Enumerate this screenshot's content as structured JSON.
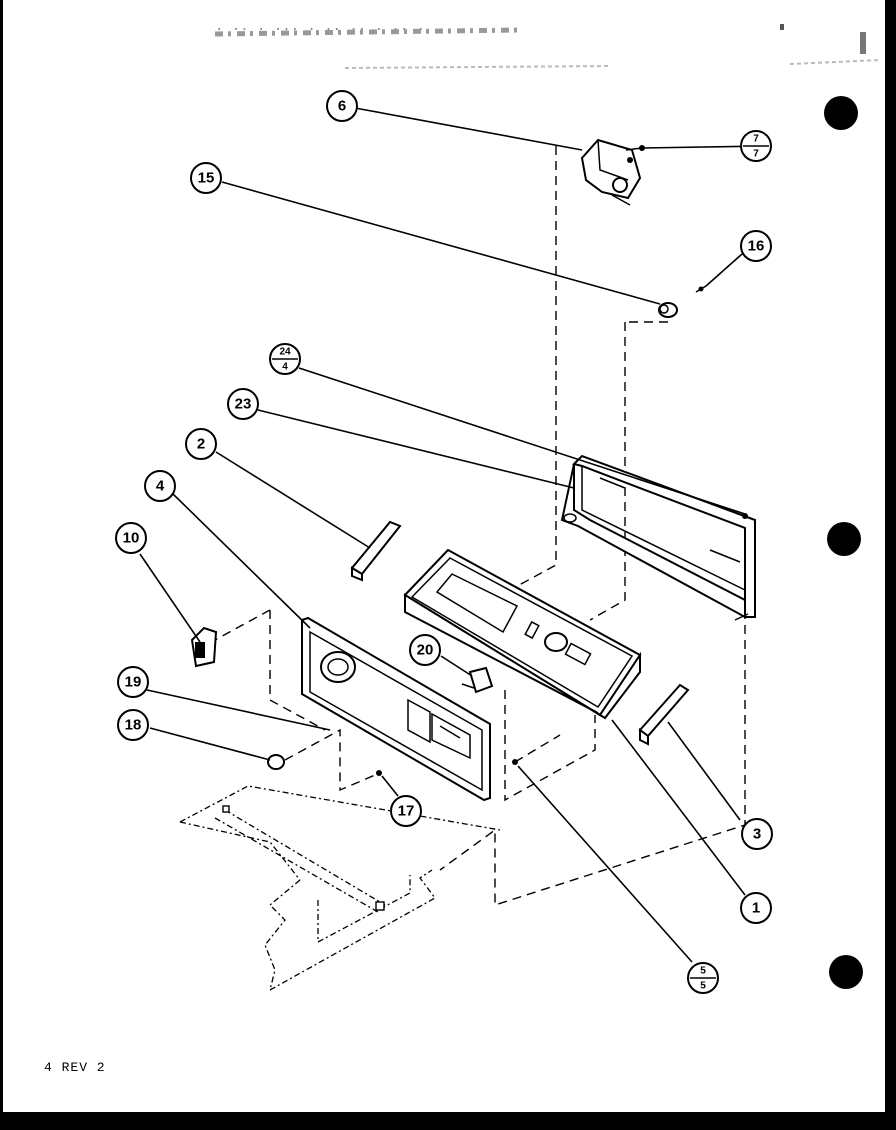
{
  "document": {
    "revision_label": "4 REV 2",
    "header_smudge": "· ··  · ···  · ·· ·· · ··  ·"
  },
  "callouts": {
    "c1": "1",
    "c2": "2",
    "c3": "3",
    "c4": "4",
    "c6": "6",
    "c10": "10",
    "c15": "15",
    "c16": "16",
    "c17": "17",
    "c18": "18",
    "c19": "19",
    "c20": "20",
    "c23": "23",
    "frac_7": {
      "top": "7",
      "bottom": "7"
    },
    "frac_24": {
      "top": "24",
      "bottom": "4"
    },
    "frac_5": {
      "top": "5",
      "bottom": "5"
    }
  },
  "binder_holes": 3,
  "colors": {
    "ink": "#000000",
    "paper": "#ffffff"
  }
}
